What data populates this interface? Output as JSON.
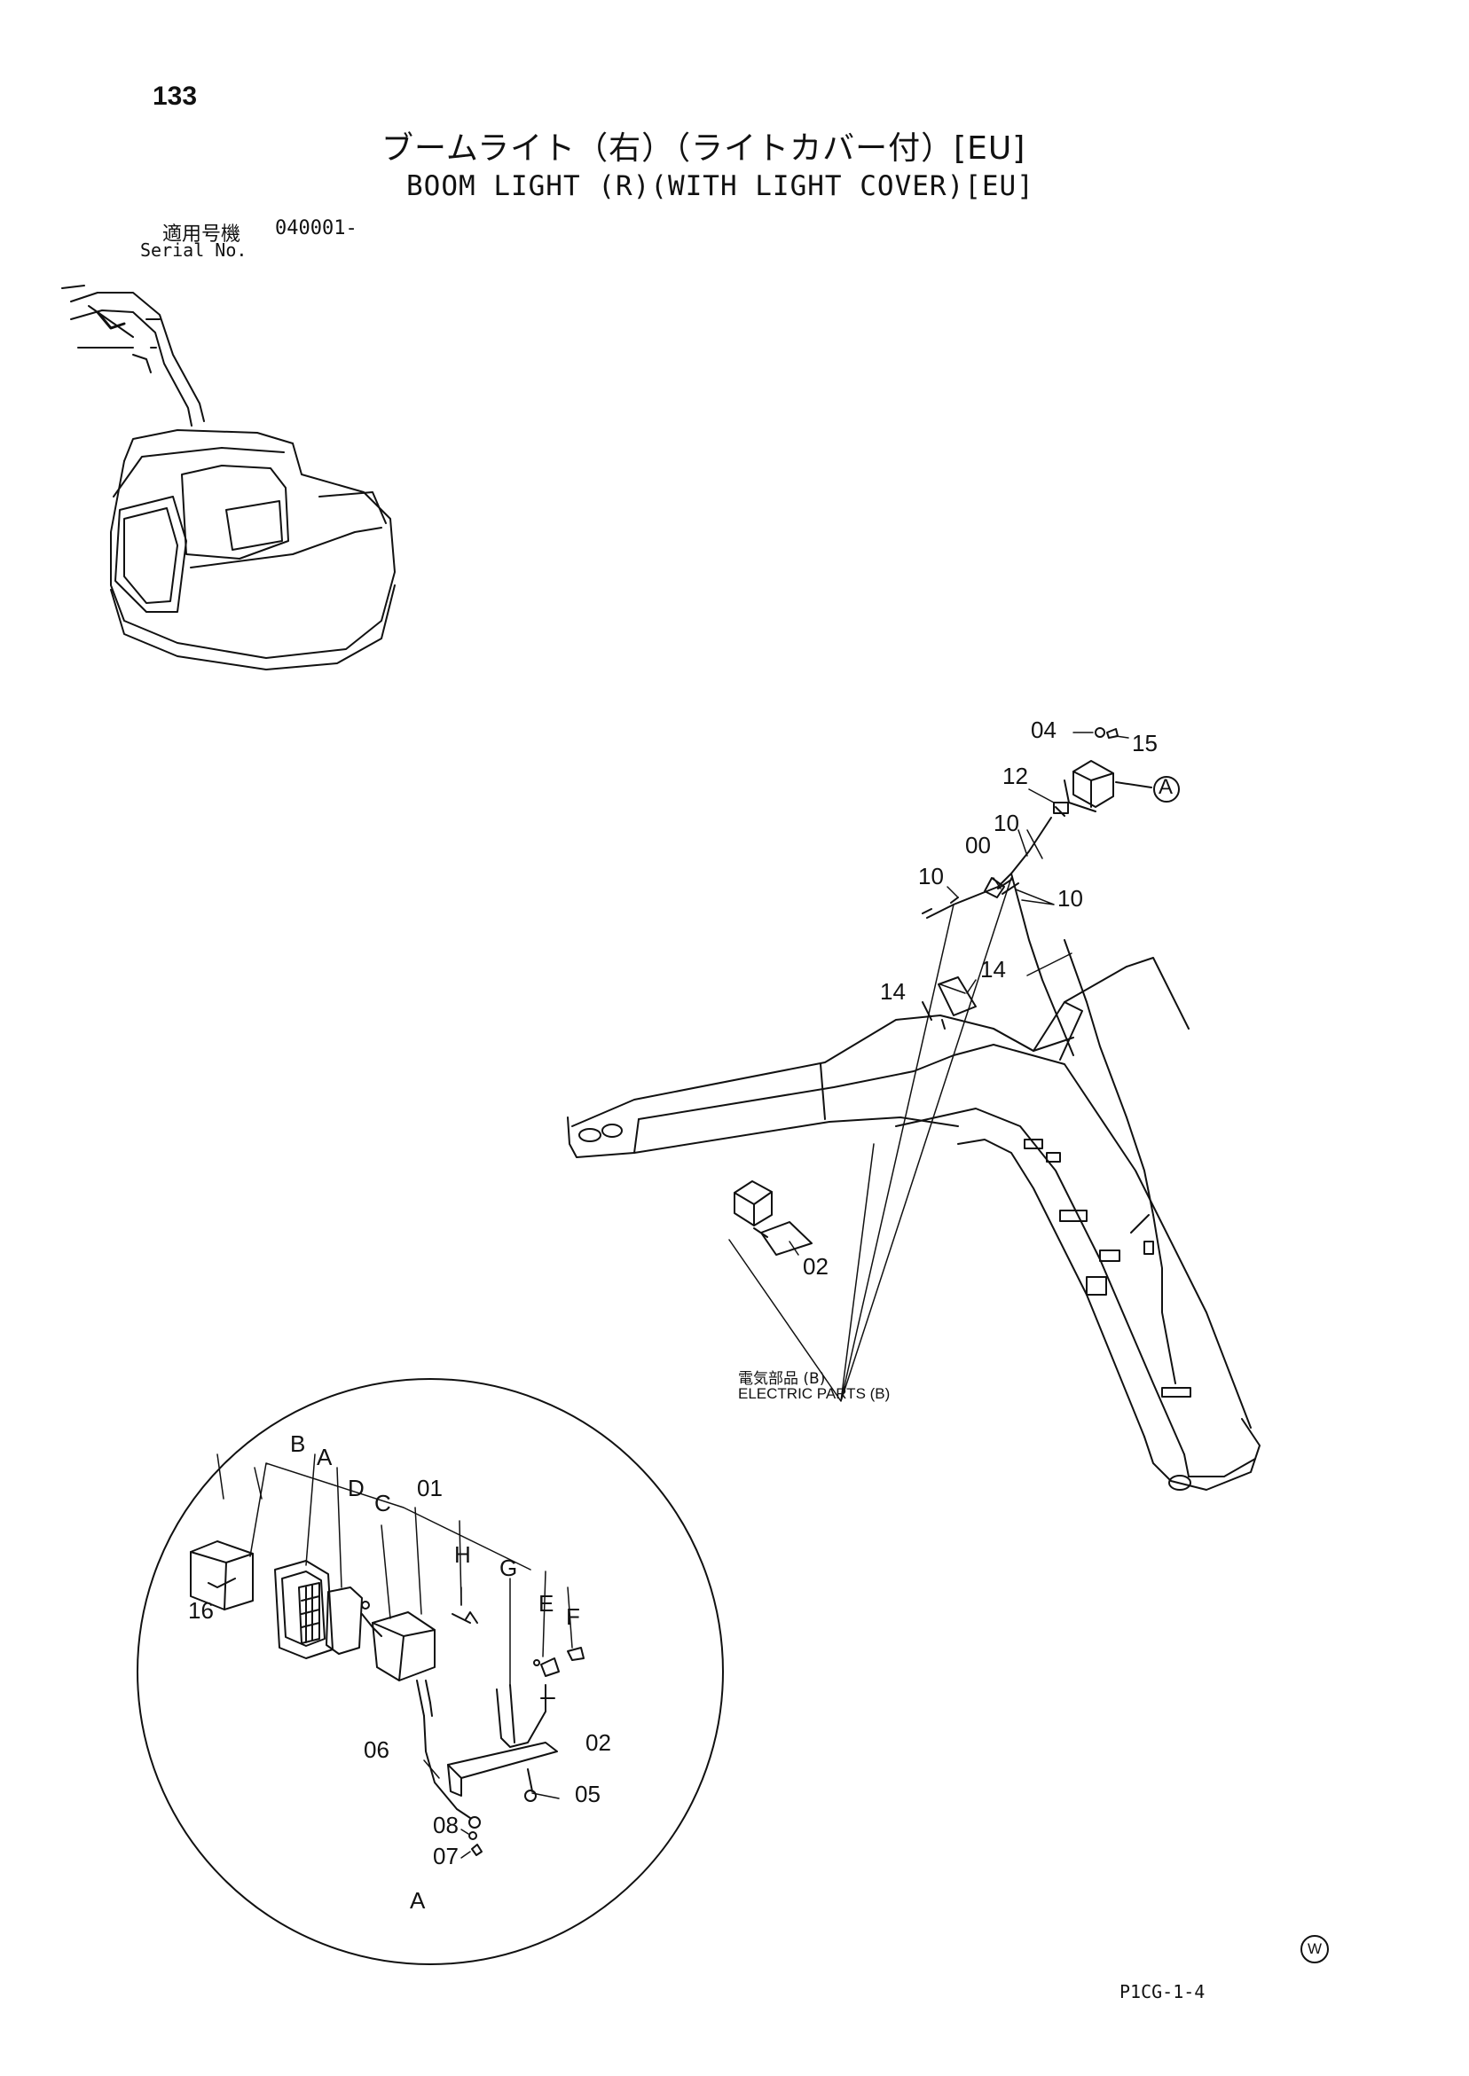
{
  "page_number": "133",
  "title_ja": "ブームライト（右）（ライトカバー付）[EU]",
  "title_en": "BOOM LIGHT (R)(WITH LIGHT COVER)[EU]",
  "serial": {
    "label_ja": "適用号機",
    "value": "040001-",
    "label_en": "Serial No."
  },
  "callouts": {
    "p04": "04",
    "p15": "15",
    "p12": "12",
    "p10a": "10",
    "p00": "00",
    "p10b": "10",
    "p10c": "10",
    "p14a": "14",
    "p14b": "14",
    "p02a": "02",
    "ref_a": "A",
    "d_b": "B",
    "d_a": "A",
    "d_d": "D",
    "d_c": "C",
    "d_01": "01",
    "d_h": "H",
    "d_g": "G",
    "d_e": "E",
    "d_f": "F",
    "d_16": "16",
    "d_06": "06",
    "d_02": "02",
    "d_05": "05",
    "d_08": "08",
    "d_07": "07",
    "detail_a": "A"
  },
  "electric_parts": {
    "ja": "電気部品 (B)",
    "en": "ELECTRIC PARTS (B)"
  },
  "watermark_symbol": "W",
  "drawing_code": "P1CG-1-4"
}
